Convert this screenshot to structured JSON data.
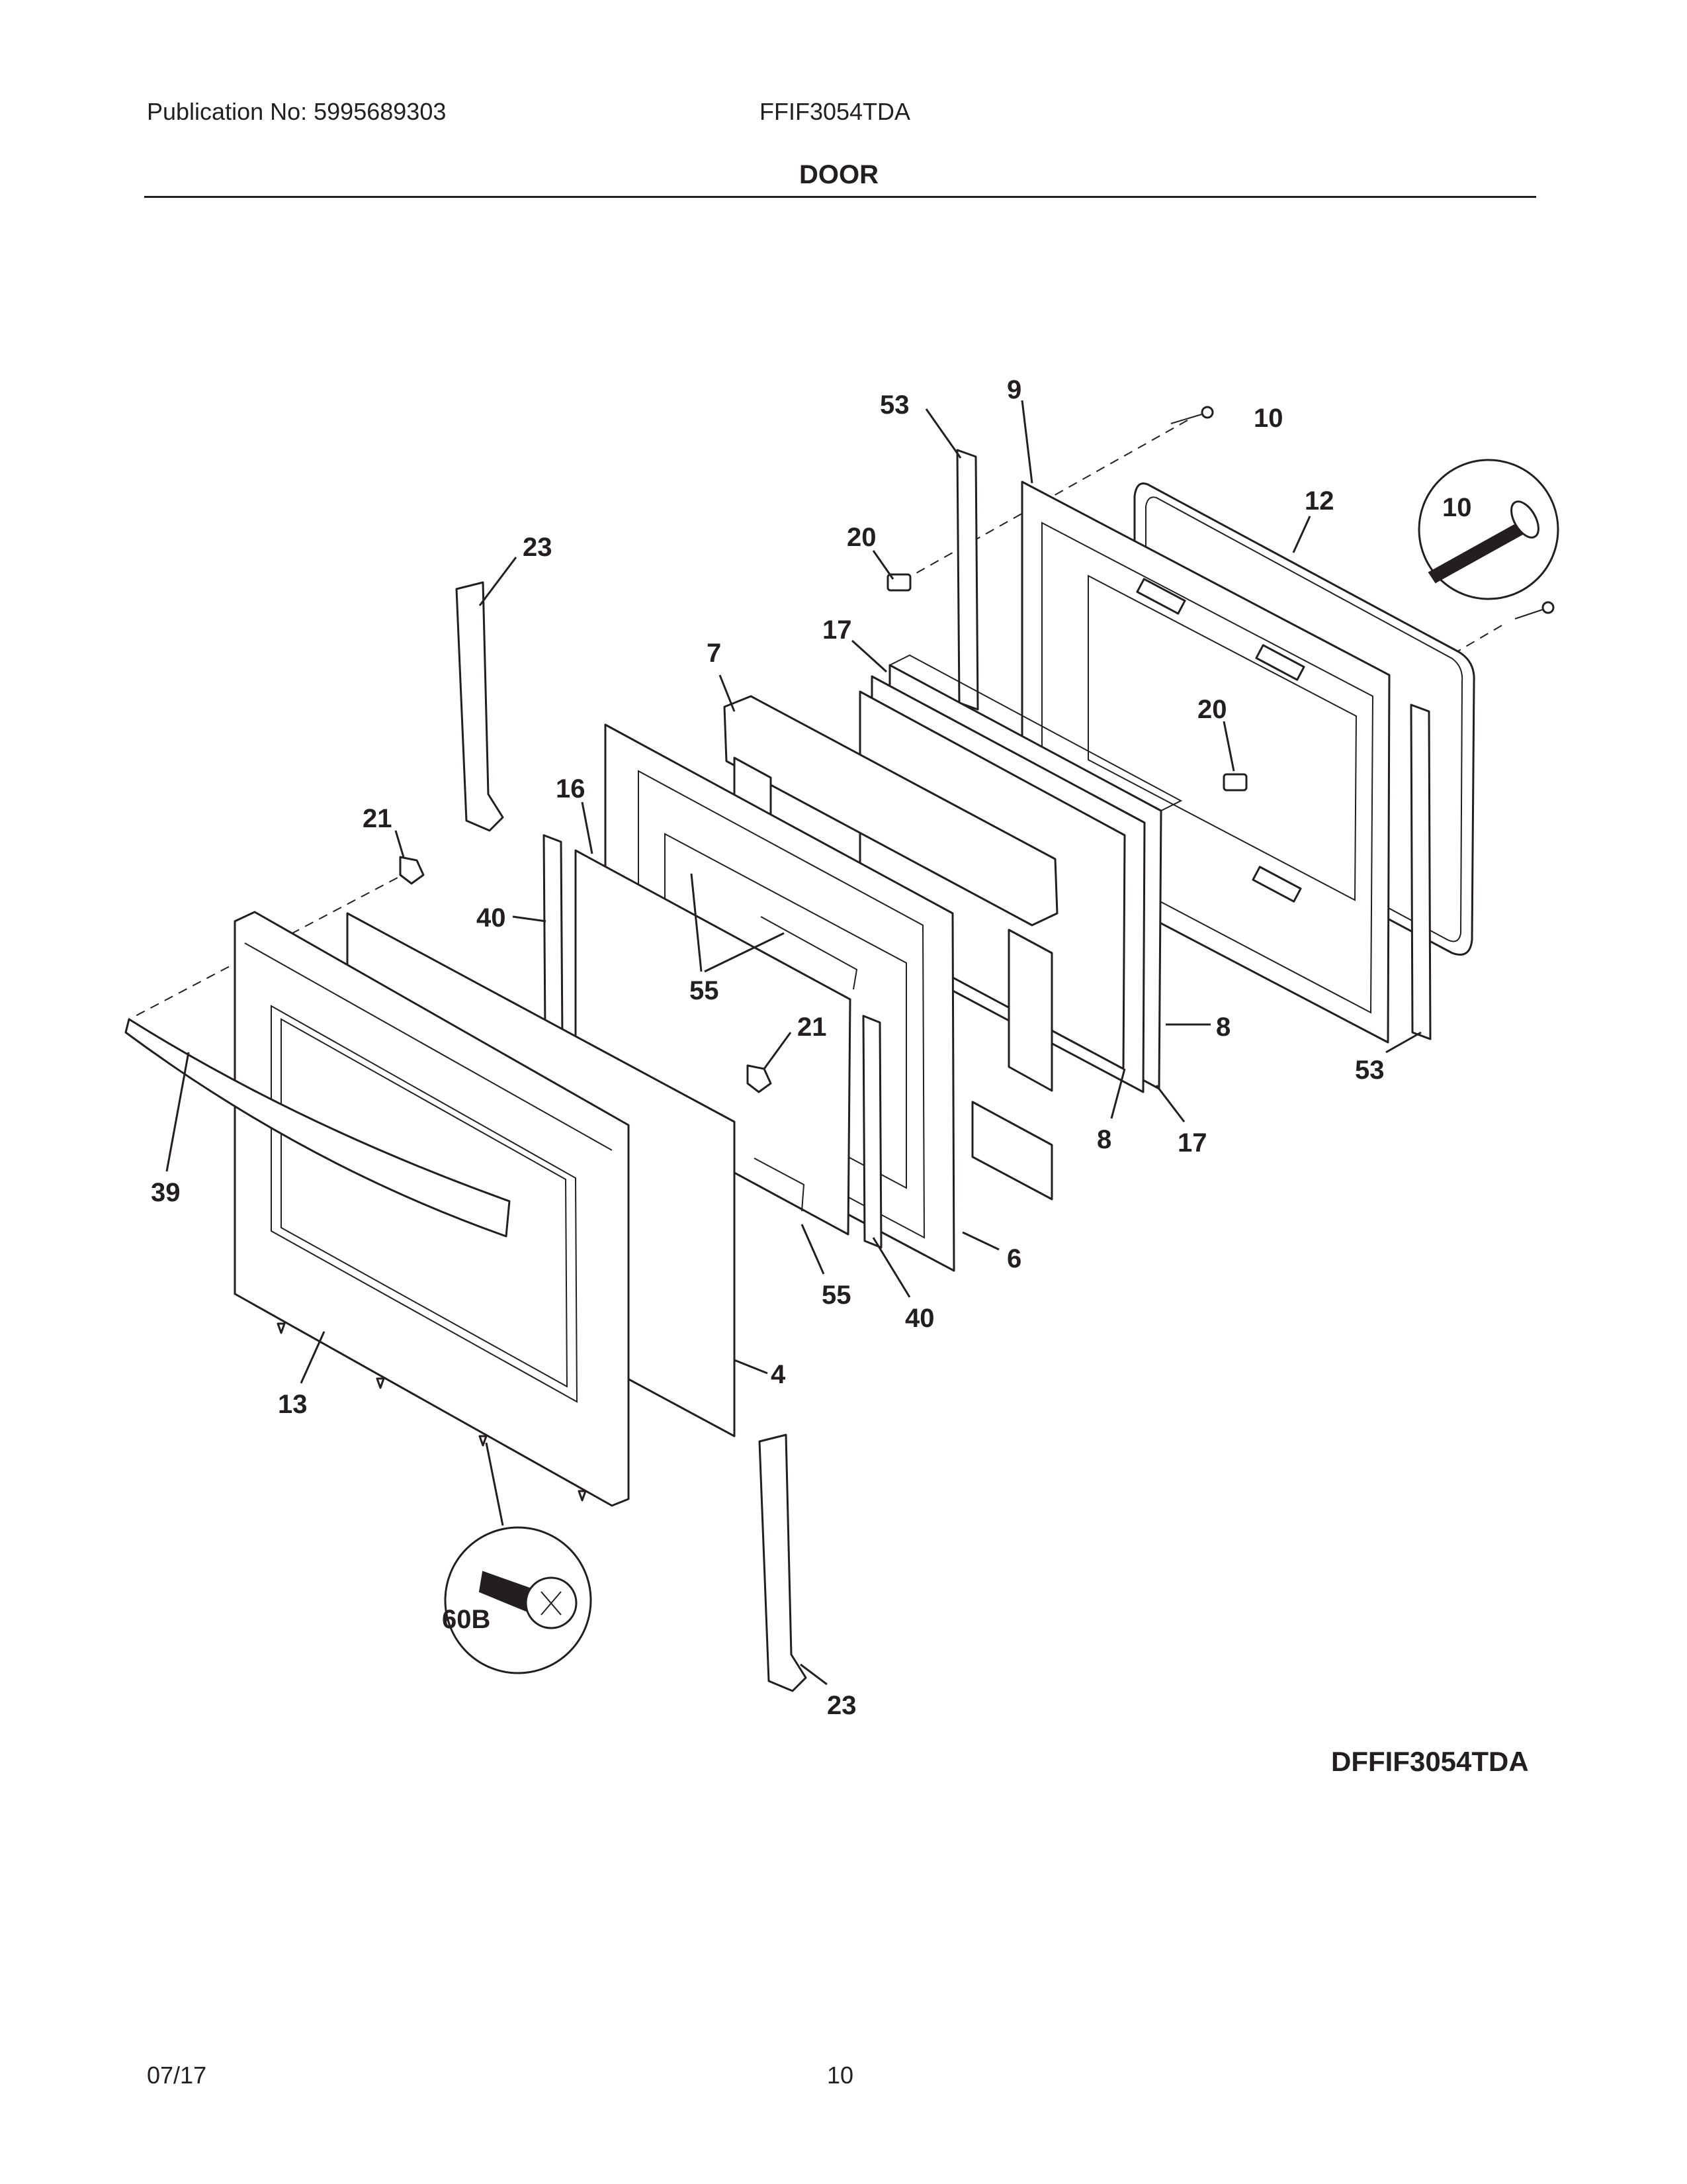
{
  "header": {
    "publication": "Publication No: 5995689303",
    "model": "FFIF3054TDA",
    "section_title": "DOOR"
  },
  "diagram": {
    "diagram_id": "DFFIF3054TDA",
    "callouts": [
      "53",
      "9",
      "10",
      "12",
      "10",
      "23",
      "20",
      "7",
      "17",
      "20",
      "16",
      "21",
      "40",
      "55",
      "21",
      "8",
      "8",
      "17",
      "53",
      "39",
      "6",
      "55",
      "40",
      "4",
      "13",
      "60B",
      "23"
    ]
  },
  "footer": {
    "date": "07/17",
    "page_number": "10"
  }
}
